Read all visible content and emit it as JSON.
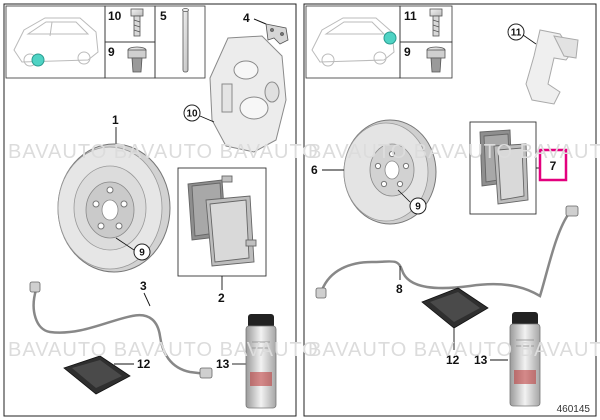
{
  "diagram_id": "460145",
  "watermark": "BAVAUTO BAVAUTO BAVAUTO",
  "highlight_color": "#e3007e",
  "accent_color": "#4fd3c4",
  "left_panel": {
    "part_labels": {
      "p1": "1",
      "p2": "2",
      "p3": "3",
      "p4": "4",
      "p5": "5",
      "p9a": "9",
      "p9b": "9",
      "p10a": "10",
      "p10b": "10",
      "p12": "12",
      "p13": "13"
    }
  },
  "right_panel": {
    "part_labels": {
      "p6": "6",
      "p7": "7",
      "p8": "8",
      "p9a": "9",
      "p9b": "9",
      "p11a": "11",
      "p11b": "11",
      "p12": "12",
      "p13": "13"
    }
  }
}
